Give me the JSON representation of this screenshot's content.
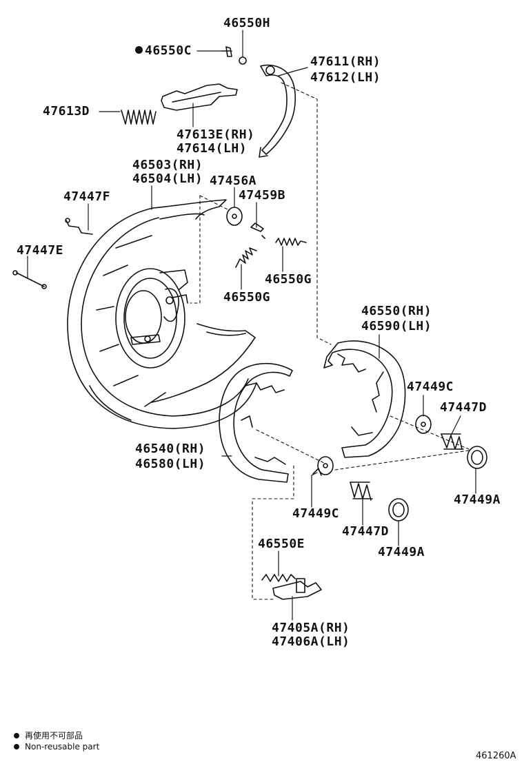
{
  "labels": {
    "p46550H": "46550H",
    "p46550C": "46550C",
    "p47611": "47611(RH)",
    "p47612": "47612(LH)",
    "p47613D": "47613D",
    "p47613E": "47613E(RH)",
    "p47614": "47614(LH)",
    "p46503": "46503(RH)",
    "p46504": "46504(LH)",
    "p47456A": "47456A",
    "p47447F": "47447F",
    "p47459B": "47459B",
    "p47447E": "47447E",
    "p46550G_a": "46550G",
    "p46550G_b": "46550G",
    "p46550": "46550(RH)",
    "p46590": "46590(LH)",
    "p47449C_a": "47449C",
    "p47447D_a": "47447D",
    "p46540": "46540(RH)",
    "p46580": "46580(LH)",
    "p47449A_a": "47449A",
    "p47449C_b": "47449C",
    "p47447D_b": "47447D",
    "p47449A_b": "47449A",
    "p46550E": "46550E",
    "p47405A": "47405A(RH)",
    "p47406A": "47406A(LH)"
  },
  "legend": {
    "line1": "再使用不可部品",
    "line2": "Non-reusable part"
  },
  "figure_code": "461260A"
}
